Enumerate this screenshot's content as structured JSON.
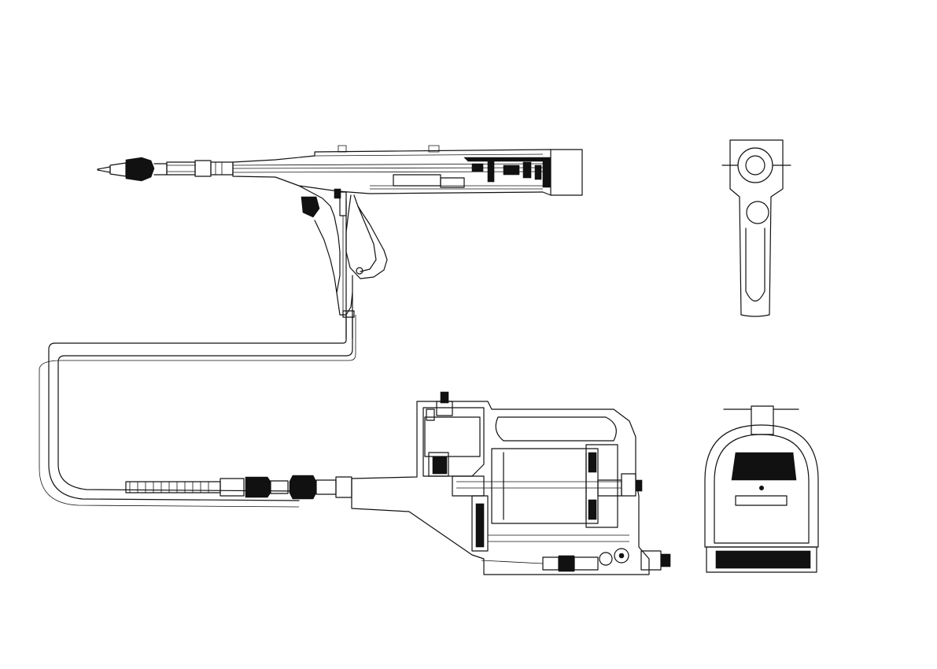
{
  "figure": {
    "views": [
      {
        "name": "tool-side-view"
      },
      {
        "name": "tool-rear-view"
      },
      {
        "name": "power-unit-side-view"
      },
      {
        "name": "power-unit-front-view"
      },
      {
        "name": "hose-connection"
      }
    ],
    "line_color": "#111111",
    "background_color": "#ffffff"
  }
}
